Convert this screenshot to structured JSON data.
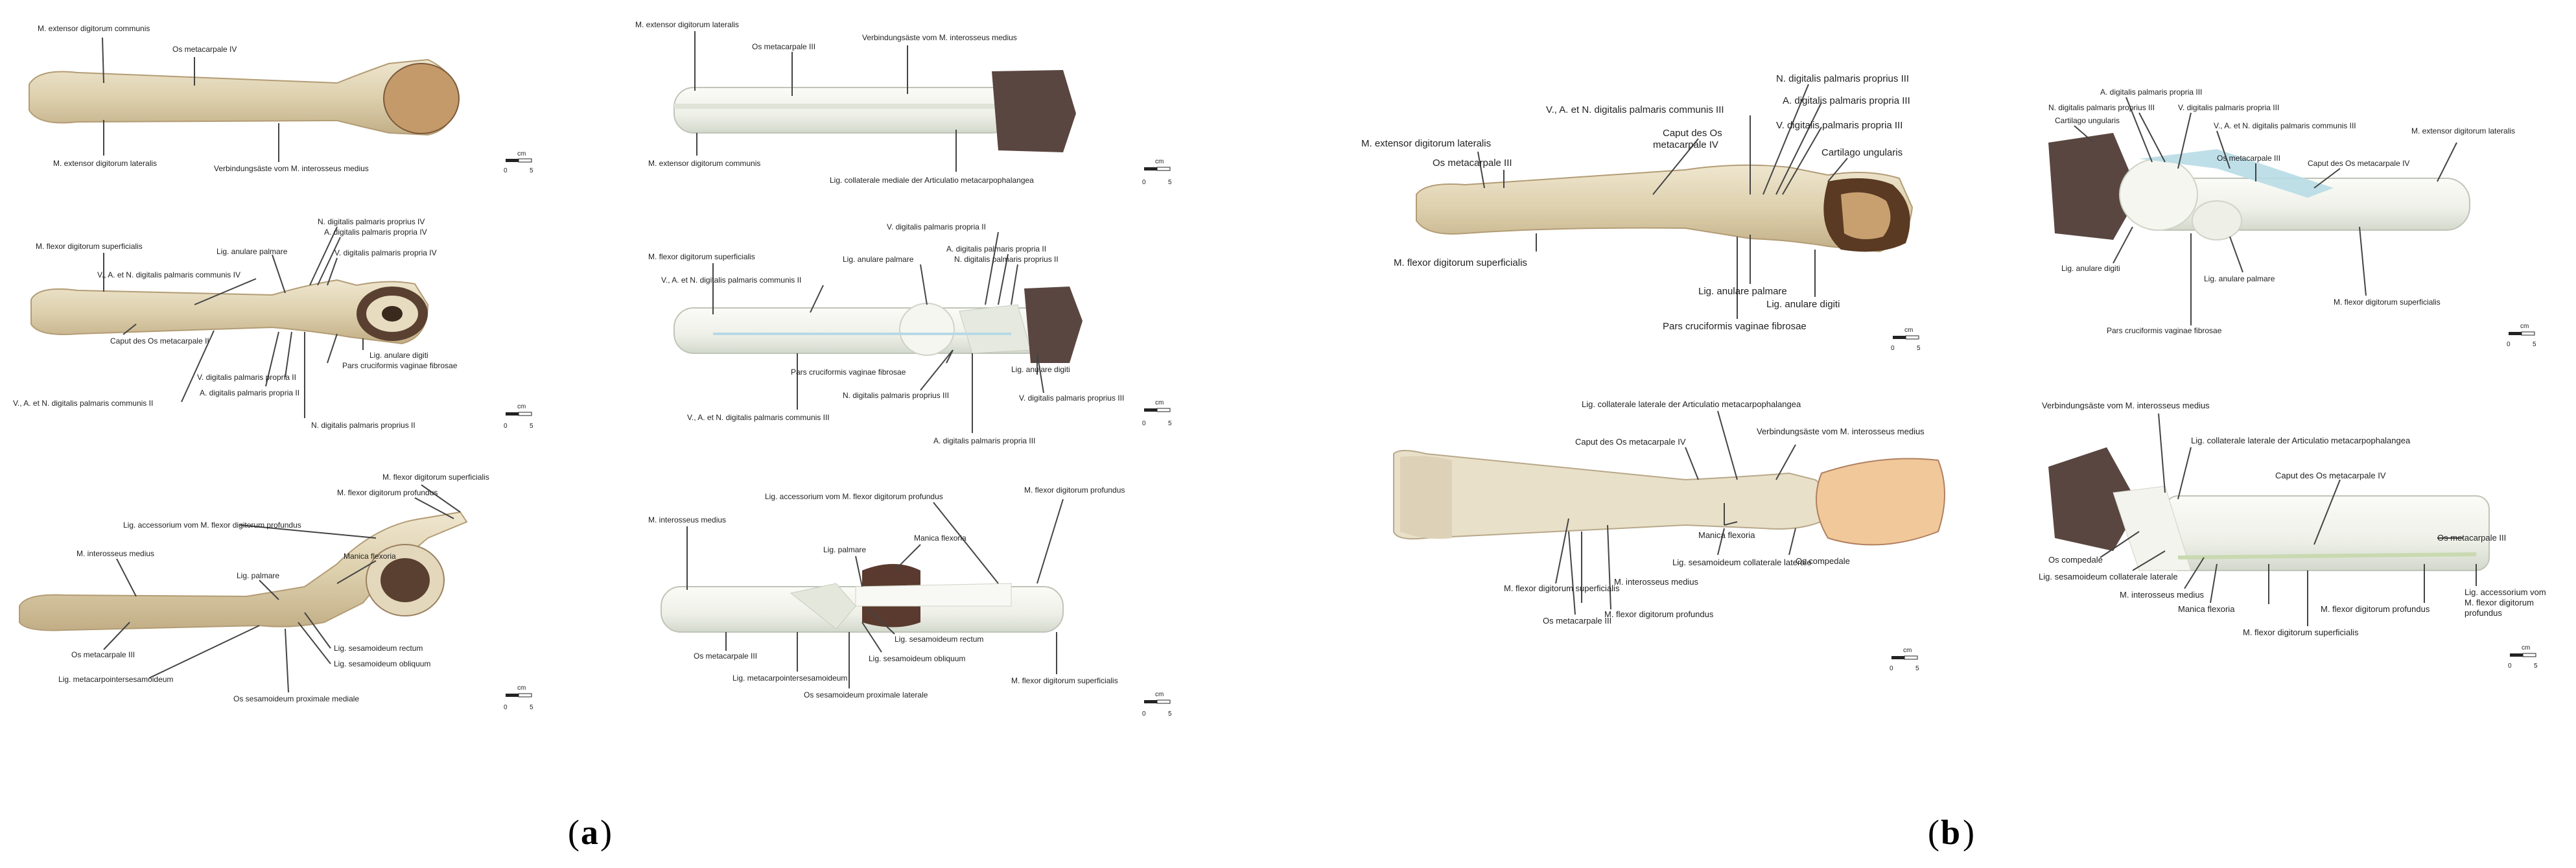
{
  "captions": {
    "a": "a",
    "b": "b"
  },
  "scale": {
    "zero": "0",
    "five": "5",
    "unit": "cm"
  },
  "panel_a1": {
    "ext_communis": "M. extensor digitorum communis",
    "os_mc4": "Os metacarpale IV",
    "ext_lateralis": "M. extensor digitorum lateralis",
    "verbindung": "Verbindungsäste vom M. interosseus medius"
  },
  "panel_a2": {
    "ext_lateralis": "M. extensor digitorum lateralis",
    "verbindung": "Verbindungsäste vom M. interosseus medius",
    "os_mc3": "Os metacarpale III",
    "ext_communis": "M. extensor digitorum communis",
    "lig_coll_med": "Lig. collaterale mediale der Articulatio metacarpophalangea"
  },
  "panel_a3": {
    "n_dig_prop4": "N. digitalis palmaris proprius IV",
    "a_dig_prop4": "A. digitalis palmaris propria IV",
    "v_dig_prop4": "V. digitalis palmaris propria IV",
    "flex_sup": "M. flexor digitorum superficialis",
    "lig_anul_palm": "Lig. anulare palmare",
    "vanc4": "V., A. et N. digitalis palmaris communis IV",
    "caput_mc2": "Caput des Os metacarpale II",
    "lig_anul_dig": "Lig. anulare digiti",
    "pars_cruc": "Pars cruciformis vaginae fibrosae",
    "v_dig_prop2": "V. digitalis palmaris propria II",
    "a_dig_prop2": "A. digitalis palmaris propria II",
    "vanc2": "V., A. et N. digitalis palmaris communis II",
    "n_dig_prop2": "N. digitalis palmaris proprius II"
  },
  "panel_a4": {
    "v_dig_prop2": "V. digitalis palmaris propria II",
    "a_dig_prop2": "A. digitalis palmaris propria II",
    "n_dig_prop2": "N. digitalis palmaris proprius II",
    "flex_sup": "M. flexor digitorum superficialis",
    "lig_anul_palm": "Lig. anulare palmare",
    "vanc3": "V., A. et N. digitalis palmaris communis II",
    "pars_cruc": "Pars cruciformis vaginae fibrosae",
    "lig_anul_dig": "Lig. anulare digiti",
    "n_dig_prop3": "N. digitalis palmaris proprius III",
    "v_dig_prop3": "V. digitalis palmaris proprius III",
    "vanc3b": "V., A. et N. digitalis palmaris communis III",
    "a_dig_prop3": "A. digitalis palmaris propria III"
  },
  "panel_a5": {
    "flex_sup": "M. flexor digitorum superficialis",
    "flex_prof": "M. flexor digitorum profundus",
    "lig_acc": "Lig. accessorium vom M. flexor digitorum profundus",
    "interosseus": "M. interosseus medius",
    "manica": "Manica flexoria",
    "lig_palmare": "Lig. palmare",
    "os_mc3": "Os metacarpale III",
    "lig_ses_rect": "Lig. sesamoideum rectum",
    "lig_ses_obl": "Lig. sesamoideum obliquum",
    "lig_meta": "Lig. metacarpointersesamoideum",
    "os_ses_med": "Os sesamoideum proximale mediale"
  },
  "panel_a6": {
    "lig_acc": "Lig. accessorium vom M. flexor digitorum profundus",
    "flex_prof": "M. flexor digitorum profundus",
    "interosseus": "M. interosseus medius",
    "lig_palmare": "Lig. palmare",
    "manica": "Manica flexoria",
    "lig_ses_rect": "Lig. sesamoideum rectum",
    "os_mc3": "Os metacarpale III",
    "lig_ses_obl": "Lig. sesamoideum obliquum",
    "flex_sup": "M. flexor digitorum superficialis",
    "lig_meta": "Lig. metacarpointersesamoideum",
    "os_ses_lat": "Os sesamoideum proximale laterale"
  },
  "panel_b1": {
    "n_dig_prop3": "N. digitalis palmaris proprius III",
    "vanc3": "V., A. et N. digitalis palmaris communis III",
    "a_dig_prop3": "A. digitalis palmaris propria III",
    "caput_mc4a": "Caput des Os",
    "caput_mc4b": "metacarpale IV",
    "v_dig_prop3": "V. digitalis palmaris propria III",
    "ext_lat": "M. extensor digitorum lateralis",
    "os_mc3": "Os metacarpale III",
    "cartilago": "Cartilago ungularis",
    "flex_sup": "M. flexor digitorum superficialis",
    "lig_anul_palm": "Lig. anulare palmare",
    "lig_anul_dig": "Lig. anulare digiti",
    "pars_cruc": "Pars cruciformis vaginae fibrosae"
  },
  "panel_b2": {
    "a_dig_prop3": "A. digitalis palmaris propria III",
    "n_dig_prop3": "N. digitalis palmaris proprius III",
    "v_dig_prop3": "V. digitalis palmaris propria III",
    "cartilago": "Cartilago ungularis",
    "vanc3": "V., A. et N. digitalis palmaris communis III",
    "os_mc3": "Os metacarpale III",
    "caput_mc4": "Caput des Os metacarpale IV",
    "ext_lat": "M. extensor digitorum lateralis",
    "lig_anul_dig": "Lig. anulare digiti",
    "lig_anul_palm": "Lig. anulare palmare",
    "flex_sup": "M. flexor digitorum superficialis",
    "pars_cruc": "Pars cruciformis vaginae fibrosae"
  },
  "panel_b3": {
    "lig_coll_lat": "Lig. collaterale laterale der Articulatio metacarpophalangea",
    "caput_mc4": "Caput des Os metacarpale IV",
    "verbindung": "Verbindungsäste vom M. interosseus medius",
    "manica": "Manica flexoria",
    "lig_ses_coll": "Lig. sesamoideum collaterale laterale",
    "interosseus": "M. interosseus medius",
    "os_comp": "Os compedale",
    "flex_sup": "M. flexor digitorum superficialis",
    "flex_prof": "M. flexor digitorum profundus",
    "os_mc3": "Os metacarpale III"
  },
  "panel_b4": {
    "verbindung": "Verbindungsäste vom M. interosseus medius",
    "lig_coll_lat": "Lig. collaterale laterale der Articulatio metacarpophalangea",
    "caput_mc4": "Caput des Os metacarpale IV",
    "os_mc3": "Os metacarpale III",
    "os_comp": "Os compedale",
    "lig_ses_coll": "Lig. sesamoideum collaterale laterale",
    "interosseus": "M. interosseus medius",
    "manica": "Manica flexoria",
    "flex_prof": "M. flexor digitorum profundus",
    "lig_acc1": "Lig. accessorium vom",
    "lig_acc2": "M. flexor digitorum",
    "lig_acc3": "profundus",
    "flex_sup": "M. flexor digitorum superficialis"
  },
  "colors": {
    "bone": "#e8dcc0",
    "bone_dark": "#c8b48e",
    "hoof": "#6a4a2e",
    "model": "#f2f3ee",
    "model_shade": "#d8ddd4",
    "model_hoof": "#5a4640",
    "vessel": "#a8d4e0"
  }
}
